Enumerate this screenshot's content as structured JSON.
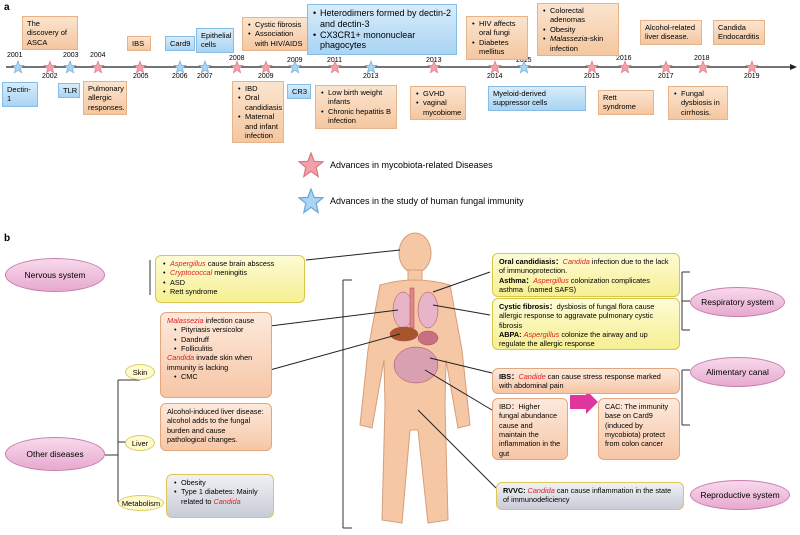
{
  "panel_a_label": "a",
  "panel_b_label": "b",
  "timeline": {
    "years": [
      "2001",
      "2002",
      "2003",
      "2004",
      "2005",
      "2006",
      "2007",
      "2008",
      "2009",
      "2009",
      "2011",
      "2013",
      "2013",
      "2014",
      "2015",
      "2015",
      "2016",
      "2017",
      "2018",
      "2019"
    ],
    "boxes": {
      "dectin1": "Dectin-1",
      "asca": "The discovery of ASCA",
      "tlr": "TLR",
      "pulmonary": "Pulmonary allergic responses.",
      "ibs": "IBS",
      "card9": "Card9",
      "epithelial": "Epithelial cells",
      "cystic_items": [
        "Cystic fibrosis",
        "Association with HIV/AIDS"
      ],
      "ibd_items": [
        "IBD",
        "Oral candidiasis",
        "Maternal and infant infection"
      ],
      "cr3": "CR3",
      "heterodimers_items": [
        "Heterodimers formed by dectin-2 and dectin-3",
        "CX3CR1+ mononuclear phagocytes"
      ],
      "lowbirth_items": [
        "Low birth weight infants",
        "Chronic hepatitis B infection"
      ],
      "gvhd_items": [
        "GVHD",
        "vaginal mycobiome"
      ],
      "hiv_items": [
        "HIV affects oral fungi",
        "Diabetes mellitus"
      ],
      "myeloid": "Myeloid-derived suppressor cells",
      "colorectal_items": [
        "Colorectal adenomas",
        "Obesity"
      ],
      "malassezia_italic": "Malassezia",
      "malassezia_rest": "-skin infection",
      "rett": "Rett syndrome",
      "alcohol": "Alcohol-related liver disease.",
      "fungal_items": [
        "Fungal dysbiosis in cirrhosis."
      ],
      "candida_endo": "Candida Endocarditis"
    }
  },
  "legend": {
    "diseases": "Advances in mycobiota-related Diseases",
    "immunity": "Advances in the study of human fungal immunity"
  },
  "panel_b": {
    "nervous": "Nervous system",
    "nervous_items": {
      "i1_red": "Aspergillus",
      "i1_rest": " cause brain abscess",
      "i2_red": "Cryptococcal",
      "i2_rest": " meningitis",
      "i3": "ASD",
      "i4": "Rett syndrome"
    },
    "other": "Other diseases",
    "skin": "Skin",
    "liver": "Liver",
    "metabolism": "Metabolism",
    "skin_box": {
      "l1_red": "Malassezia",
      "l1_rest": " infection cause",
      "items": [
        "Pityriasis versicolor",
        "Dandruff",
        "Folliculitis"
      ],
      "l2_red": "Candida",
      "l2_rest": " invade skin when immunity is lacking",
      "cmc": "CMC"
    },
    "liver_box": "Alcohol-induced liver disease: alcohol  adds to the fungal burden and cause pathological changes.",
    "metab_box": {
      "i1": "Obesity",
      "i2": "Type 1 diabetes: Mainly related to ",
      "i2_red": "Candida"
    },
    "respiratory": "Respiratory system",
    "resp_box1": {
      "a_bold": "Oral candidiasis：",
      "a_red": "Candida",
      "a_rest": " infection due to the lack of immunoprotection.",
      "b_bold": "Asthma：",
      "b_red": "Aspergillus",
      "b_rest": " colonization complicates asthma（named SAFS)"
    },
    "resp_box2": {
      "a_bold": "Cystic fibrosis：",
      "a_rest": "dysbiosis of fungal flora cause allergic response to aggravate pulmonary cystic fibrosis",
      "b_bold": "ABPA: ",
      "b_red": "Aspergillus",
      "b_rest": " colonize the airway and up regulate the allergic response"
    },
    "alimentary": "Alimentary canal",
    "ibs_box": {
      "bold": "IBS：",
      "red": "Candide",
      "rest": " can cause stress response marked with  abdominal pain"
    },
    "ibd_box": "IBD：Higher fungal abundance cause and maintain the inflammation in the gut",
    "cac_box": "CAC: The immunity base on Card9 (induced by mycobiota) protect from colon cancer",
    "reproductive": "Reproductive system",
    "rvvc_box": {
      "bold": "RVVC: ",
      "red": "Candida",
      "rest": " can cause inflammation in the state of immunodeficiency"
    }
  },
  "colors": {
    "disease_star": "#f4a0a8",
    "immunity_star": "#a9d4f3",
    "orange_box": "#f6c6a6",
    "blue_box": "#a9d4f3",
    "ellipse": "#e7a9cf"
  }
}
